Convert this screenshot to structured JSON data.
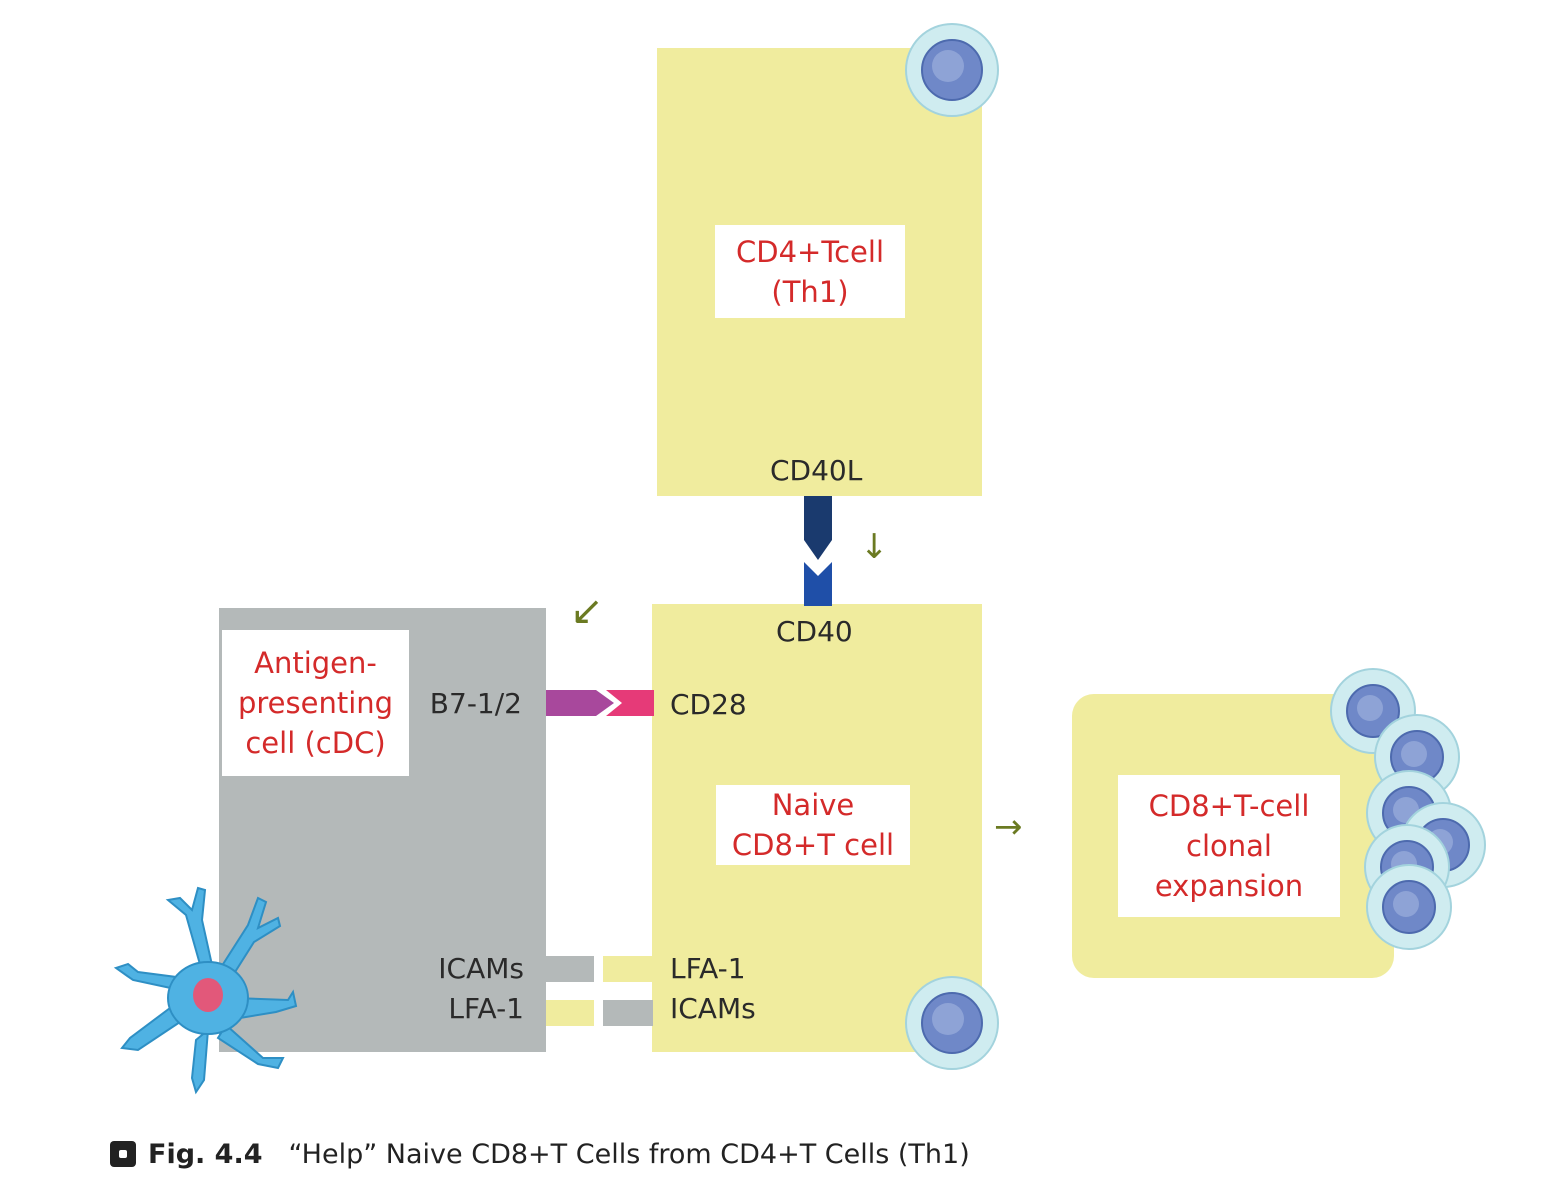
{
  "cd4_label": [
    "CD4+Tcell",
    "(Th1)"
  ],
  "apc_label": [
    "Antigen-",
    "presenting",
    "cell (cDC)"
  ],
  "naive_label": [
    "Naive",
    "CD8+T cell"
  ],
  "clonal_label": [
    "CD8+T-cell",
    "clonal",
    "expansion"
  ],
  "molecules": {
    "cd40l": "CD40L",
    "cd40": "CD40",
    "b7": "B7-1/2",
    "cd28": "CD28",
    "icams_left": "ICAMs",
    "lfa1_left": "LFA-1",
    "lfa1_right": "LFA-1",
    "icams_right": "ICAMs"
  },
  "arrows": {
    "down": "↓",
    "down_left": "↙",
    "right": "→"
  },
  "caption": {
    "fig": "Fig. 4.4",
    "text": "“Help” Naive CD8+T Cells from CD4+T Cells (Th1)"
  },
  "colors": {
    "cell_yellow": "#f0ec9e",
    "apc_gray": "#b4b9b9",
    "label_red": "#d42a2a",
    "cd40l_navy": "#1a3a6e",
    "cd40_blue": "#1f4fa8",
    "b7_purple": "#a8489c",
    "cd28_pink": "#e63a78",
    "arrow_olive": "#6b7a22"
  }
}
